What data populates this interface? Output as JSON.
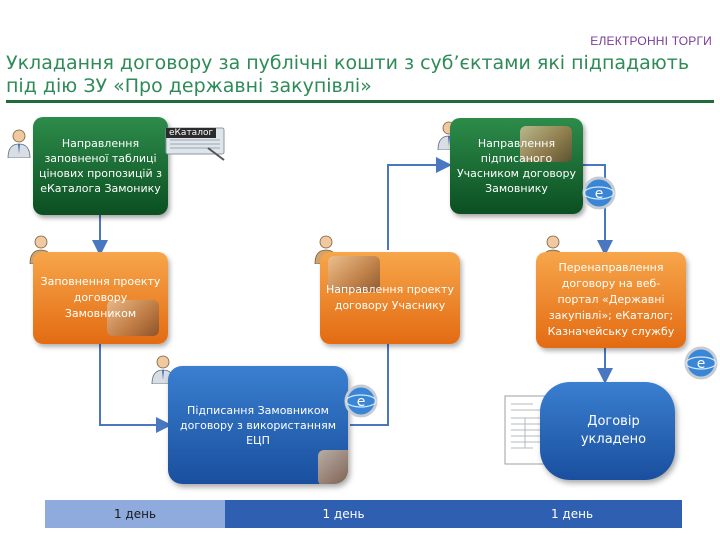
{
  "header": {
    "brand": "ЕЛЕКТРОННІ ТОРГИ",
    "title": "Укладання договору за публічні кошти з суб’єктами які підпадають під дію ЗУ «Про державні закупівлі»"
  },
  "nodes": {
    "send_table": "Направлення заповненої таблиці цінових пропозицій з еКаталога Замонику",
    "ecatalog_label": "еКаталог",
    "send_signed": "Направлення підписаного Учасником договору Замовнику",
    "fill_draft": "Заповнення проекту договору Замовником",
    "send_draft": "Направлення проекту договору Учаснику",
    "redirect": "Перенаправлення договору на веб-портал «Державні закупівлі»; еКаталог; Казначейську службу",
    "sign": "Підписання Замовником договору з використанням ЕЦП",
    "concluded": "Договір укладено"
  },
  "timeline": [
    "1 день",
    "1 день",
    "1 день"
  ],
  "colors": {
    "green": "#0b4f22",
    "orange": "#e36b12",
    "blue": "#1a4f9e",
    "arrow": "#4a78c0",
    "timeline_light": "#8faadc",
    "timeline_dark": "#2e5fb0"
  },
  "icons": [
    "person-icon",
    "globe-icon",
    "ecatalog-icon",
    "document-icon",
    "handshake-image"
  ]
}
